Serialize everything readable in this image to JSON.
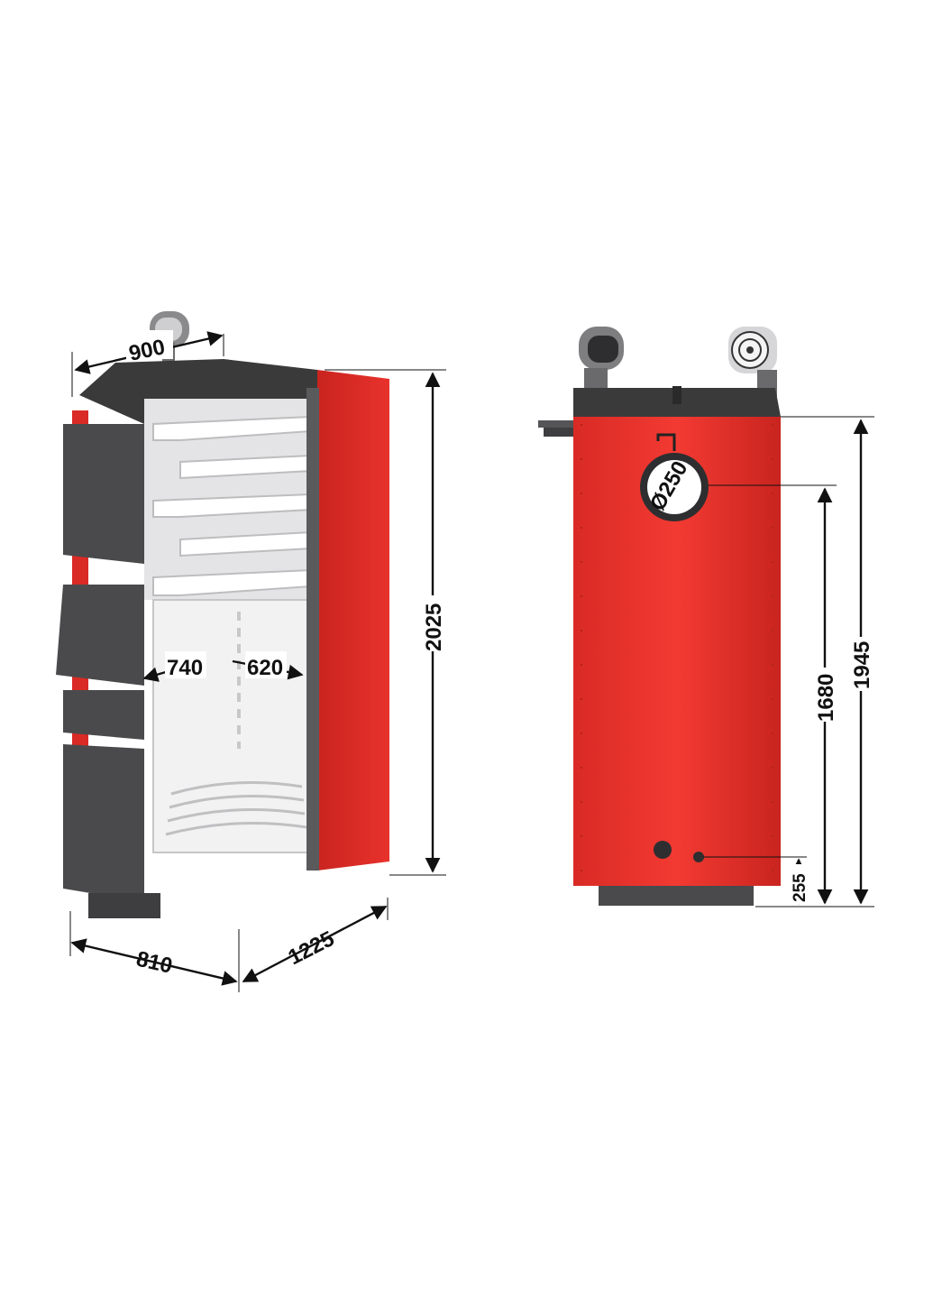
{
  "colors": {
    "body_red": "#e8302b",
    "body_red_dark": "#b3221e",
    "panel_dark": "#4a4a4c",
    "top_dark": "#3a3a3b",
    "interior": "#ececec",
    "line": "#111111"
  },
  "left_unit": {
    "dims": {
      "top_width": "900",
      "height": "2025",
      "base_width": "810",
      "base_depth": "1225",
      "chamber_width": "740",
      "chamber_depth": "620"
    }
  },
  "right_unit": {
    "dims": {
      "flue_diameter": "Ø250",
      "flue_height": "1680",
      "total_height": "1945",
      "outlet_height": "255"
    }
  }
}
